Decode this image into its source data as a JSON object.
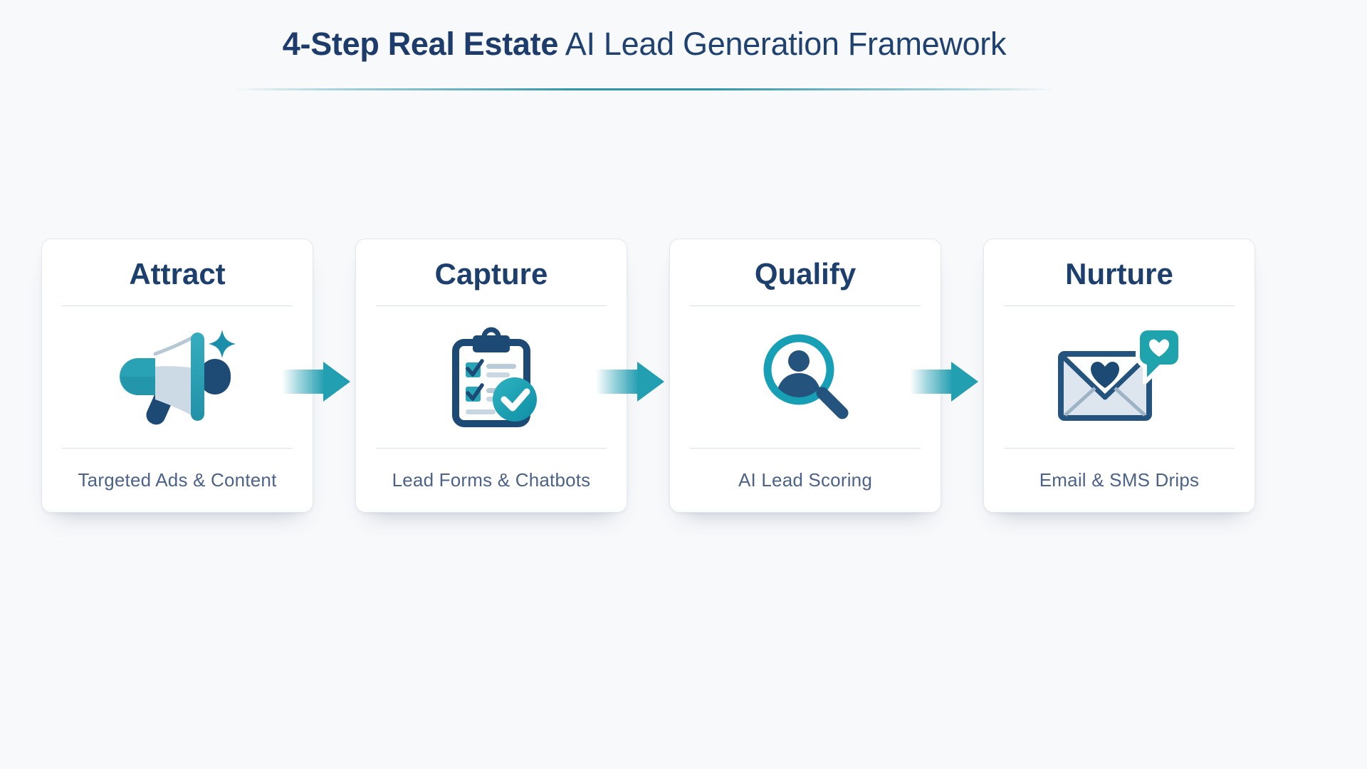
{
  "header": {
    "title_bold": "4-Step Real Estate",
    "title_rest": " AI Lead Generation Framework"
  },
  "steps": [
    {
      "title": "Attract",
      "subtitle": "Targeted Ads & Content",
      "icon": "megaphone-sparkle-icon"
    },
    {
      "title": "Capture",
      "subtitle": "Lead Forms & Chatbots",
      "icon": "clipboard-checklist-icon"
    },
    {
      "title": "Qualify",
      "subtitle": "AI Lead Scoring",
      "icon": "person-magnifier-icon"
    },
    {
      "title": "Nurture",
      "subtitle": "Email & SMS Drips",
      "icon": "envelope-heart-chat-icon"
    }
  ],
  "flow": {
    "arrows_between_steps": 3,
    "direction": "left-to-right"
  },
  "colors": {
    "accent_teal": "#28a3b5",
    "dark_teal": "#1b8fa9",
    "navy": "#1d3f6e",
    "icon_navy": "#1e4a76",
    "subtitle_slate": "#4c6288",
    "divider": "#d9e2eb",
    "card_border": "#e3e8ef",
    "card_background": "#ffffff",
    "page_background": "#f8f9fb"
  }
}
